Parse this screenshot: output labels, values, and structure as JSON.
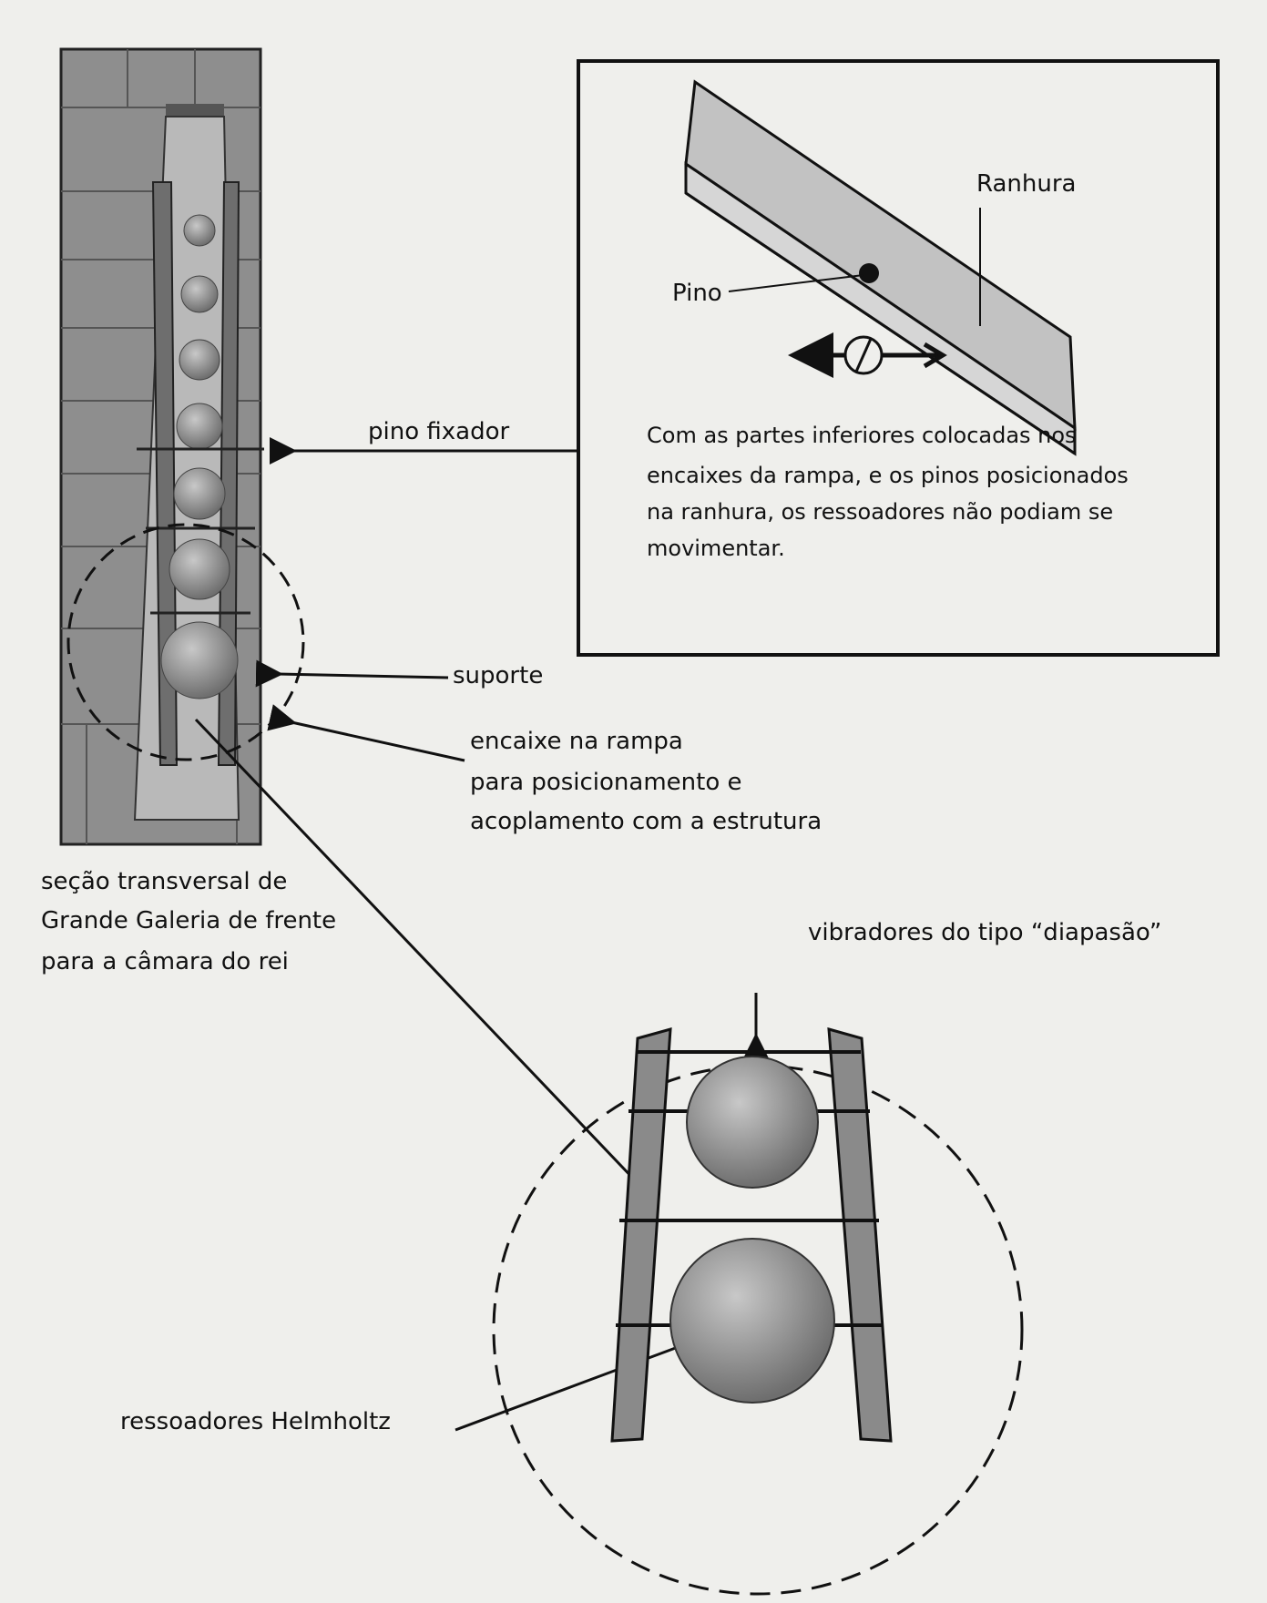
{
  "labels": {
    "pino_fixador": "pino fixador",
    "suporte": "suporte",
    "encaixe": [
      "encaixe na rampa",
      "para posicionamento e",
      "acoplamento com a estrutura"
    ],
    "secao": [
      "seção transversal de",
      "Grande Galeria de frente",
      "para a câmara do rei"
    ],
    "vibradores": "vibradores do tipo “diapasão”",
    "ressoadores": "ressoadores Helmholtz"
  },
  "inset": {
    "ranhura": "Ranhura",
    "pino": "Pino",
    "caption": [
      "Com as partes inferiores colocadas nos",
      "encaixes da rampa, e os pinos posicionados",
      "na ranhura, os ressoadores não podiam se",
      "movimentar."
    ]
  },
  "colors": {
    "stone": "#8f8f8f",
    "ink": "#111111",
    "paper": "#efefec"
  }
}
